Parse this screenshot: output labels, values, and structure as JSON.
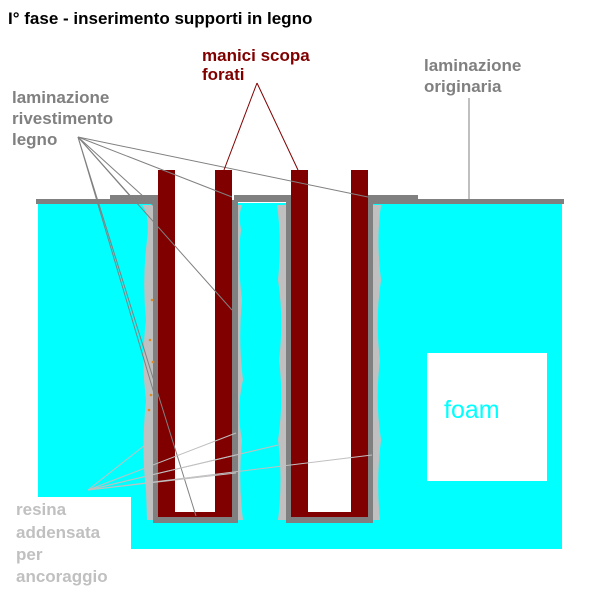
{
  "title": "I° fase - inserimento supporti in legno",
  "labels": {
    "handles": [
      "manici scopa",
      "forati"
    ],
    "laminate_original": [
      "laminazione",
      "originaria"
    ],
    "laminate_wood": [
      "laminazione",
      "rivestimento",
      "legno"
    ],
    "resin": [
      "resina",
      "addensata",
      "per",
      "ancoraggio"
    ],
    "foam": "foam"
  },
  "colors": {
    "title": "#000000",
    "foam": "#00ffff",
    "wood_handle": "#800000",
    "laminate": "#808080",
    "resin": "#c0c0c0",
    "handles_label": "#800000",
    "laminate_label": "#808080",
    "resin_label": "#c0c0c0",
    "foam_label": "#00ffff"
  }
}
